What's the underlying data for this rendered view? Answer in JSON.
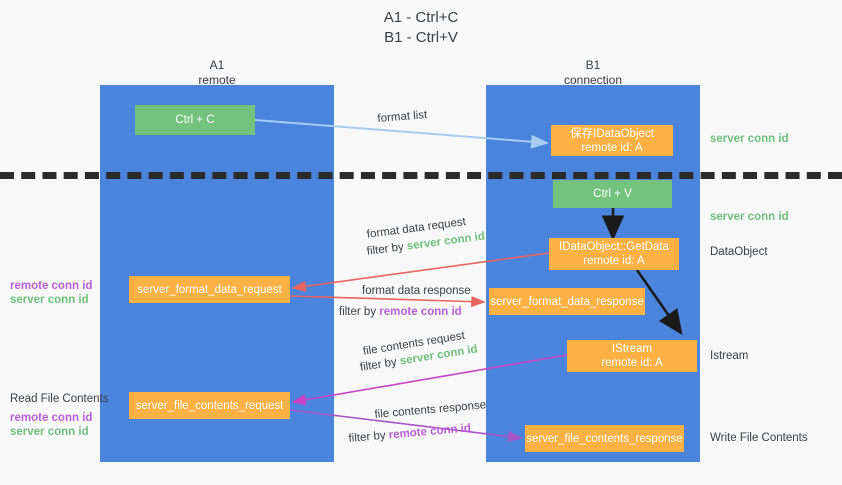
{
  "header": {
    "line1": "A1 - Ctrl+C",
    "line2": "B1 - Ctrl+V"
  },
  "columns": [
    {
      "name": "A1",
      "sub": "remote"
    },
    {
      "name": "B1",
      "sub": "connection"
    }
  ],
  "colors": {
    "lane": "#4a84dd",
    "green_box": "#73c27d",
    "orange_box": "#fbb143",
    "server_conn_id": "#6ec07c",
    "remote_conn_id": "#bb5fd4",
    "arrow_blue": "#a6cdf0",
    "arrow_red": "#e8645f",
    "arrow_magenta": "#c943c6",
    "arrow_purple": "#a855c8",
    "arrow_black": "#1a1a1a",
    "dash_line": "#2b2b2b",
    "background": "#f8f8f8"
  },
  "boxes": {
    "ctrl_c": {
      "label": "Ctrl + C"
    },
    "ctrl_v": {
      "label": "Ctrl + V"
    },
    "create_idataobject": {
      "l1": "保存IDataObject",
      "l2": "remote id: A"
    },
    "getdata": {
      "l1": "IDataObject::GetData",
      "l2": "remote id: A"
    },
    "istream": {
      "l1": "IStream",
      "l2": "remote id: A"
    },
    "server_format_data_request": {
      "label": "server_format_data_request"
    },
    "server_format_data_response": {
      "label": "server_format_data_response"
    },
    "server_file_contents_request": {
      "label": "server_file_contents_request"
    },
    "server_file_contents_response": {
      "label": "server_file_contents_response"
    }
  },
  "right_labels": {
    "server_conn_id_top": "server conn id",
    "server_conn_id_mid": "server conn id",
    "dataobject": "DataObject",
    "istream": "Istream",
    "write_file_contents": "Write File Contents"
  },
  "left_labels": {
    "remote_conn_id_1": "remote conn id",
    "server_conn_id_1": "server conn id",
    "read_file_contents": "Read File Contents",
    "remote_conn_id_2": "remote conn id",
    "server_conn_id_2": "server conn id"
  },
  "edge_labels": {
    "format_list": "format list",
    "format_data_request": "format data request",
    "format_data_request_filter_prefix": "filter by ",
    "format_data_request_filter_key": "server conn id",
    "format_data_response": "format data response",
    "format_data_response_filter_prefix": "filter by ",
    "format_data_response_filter_key": "remote conn id",
    "file_contents_request": "file contents request",
    "file_contents_request_filter_prefix": "filter by ",
    "file_contents_request_filter_key": "server conn id",
    "file_contents_response": "file contents response",
    "file_contents_response_filter_prefix": "filter by ",
    "file_contents_response_filter_key": "remote conn id"
  }
}
